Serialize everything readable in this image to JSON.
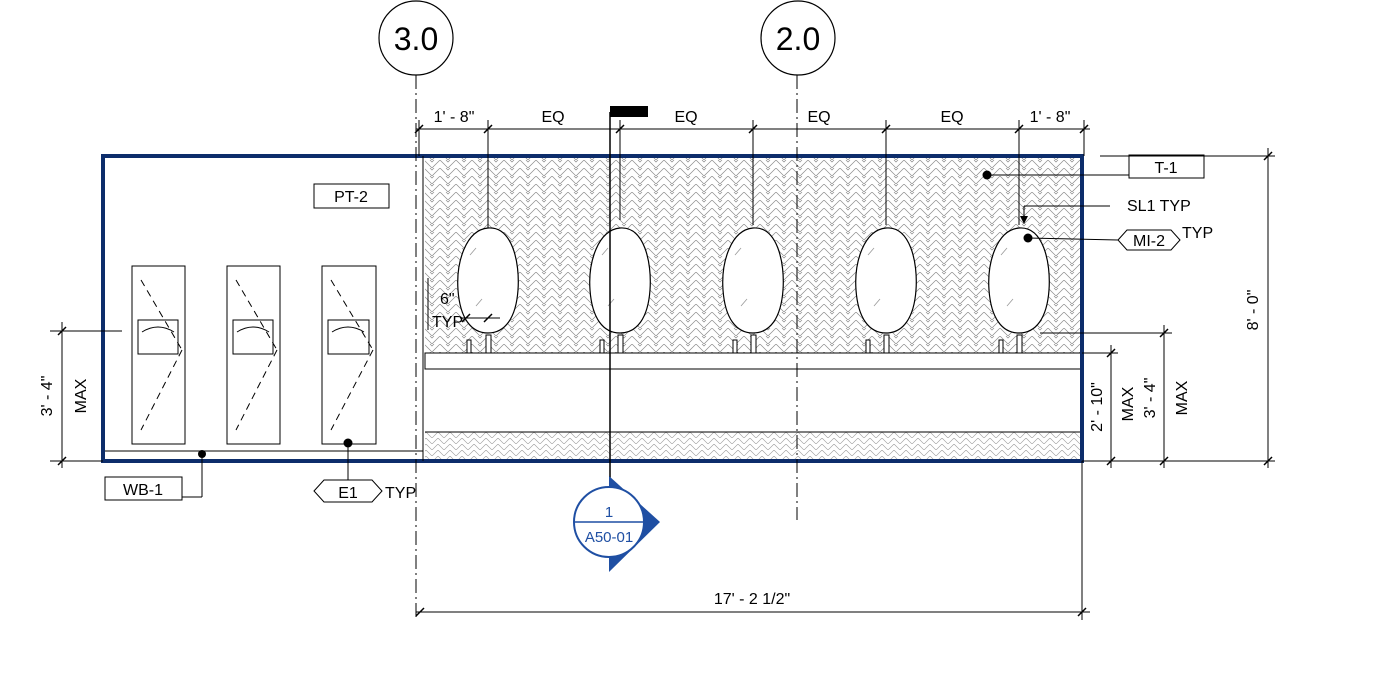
{
  "grids": [
    {
      "label": "3.0"
    },
    {
      "label": "2.0"
    }
  ],
  "top_dims": [
    "1' - 8\"",
    "EQ",
    "EQ",
    "EQ",
    "EQ",
    "1' - 8\""
  ],
  "bottom_dim": "17' - 2 1/2\"",
  "right_dims": {
    "overall": "8' - 0\"",
    "counter": "2' - 10\"",
    "counter_note": "MAX",
    "mirror": "3' - 4\"",
    "mirror_note": "MAX"
  },
  "left_dims": {
    "value": "3' - 4\"",
    "note": "MAX"
  },
  "tags": {
    "pt": "PT-2",
    "t": "T-1",
    "sl": "SL1 TYP",
    "mi": "MI-2",
    "mi_note": "TYP",
    "wb": "WB-1",
    "e": "E1",
    "e_note": "TYP",
    "gap": "6\"",
    "gap_note": "TYP"
  },
  "section": {
    "number": "1",
    "sheet": "A50-01"
  },
  "colors": {
    "wall_outline": "#0d2d6b",
    "section_marker": "#1f4fa3",
    "hatch": "#8a8a8a"
  }
}
